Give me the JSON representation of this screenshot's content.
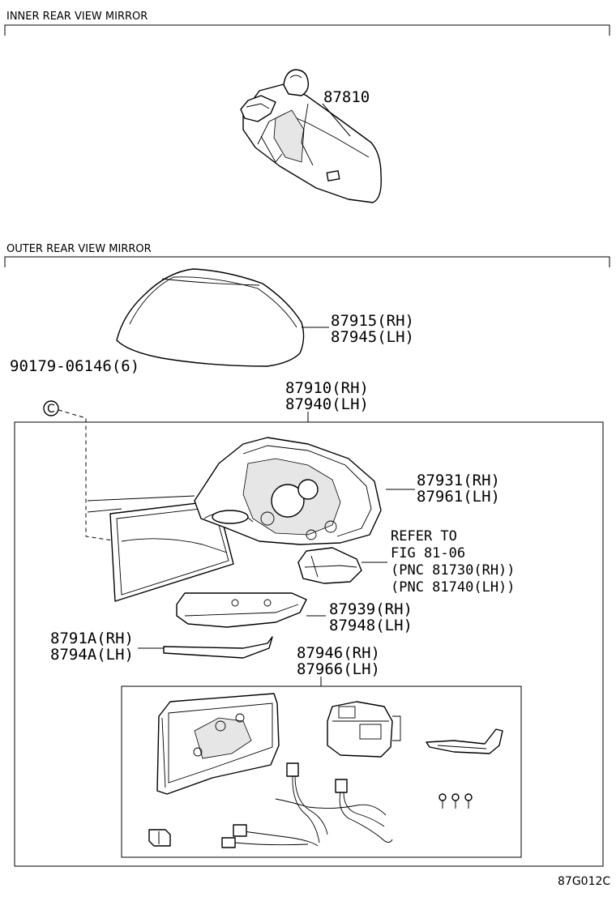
{
  "sections": {
    "inner": {
      "title": "INNER REAR VIEW MIRROR"
    },
    "outer": {
      "title": "OUTER REAR VIEW MIRROR"
    }
  },
  "parts": {
    "p87810": "87810",
    "p87915": "87915(RH)",
    "p87945": "87945(LH)",
    "p90179": "90179-06146(6)",
    "p87910": "87910(RH)",
    "p87940": "87940(LH)",
    "p87931": "87931(RH)",
    "p87961": "87961(LH)",
    "p87939": "87939(RH)",
    "p87948": "87948(LH)",
    "p8791A": "8791A(RH)",
    "p8794A": "8794A(LH)",
    "p87946": "87946(RH)",
    "p87966": "87966(LH)"
  },
  "refer": {
    "line1": "REFER TO",
    "line2": "FIG 81-06",
    "line3": "(PNC 81730(RH))",
    "line4": "(PNC 81740(LH))"
  },
  "fastener_mark": "C",
  "figure_code": "87G012C"
}
